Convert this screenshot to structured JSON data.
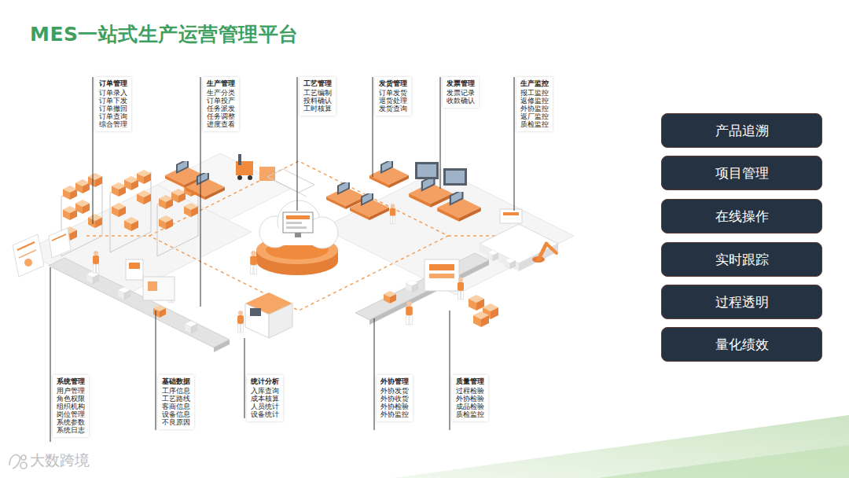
{
  "diagram": {
    "title": "MES一站式生产运营管理平台",
    "nodes": [
      {
        "text": [
          "订单管理",
          "订单录入 订单下发 订单撤回 订单查询 综合管理"
        ]
      },
      {
        "text": [
          "生产管理",
          "生产分类 订单投产 任务派发 任务调整 进度查看"
        ]
      },
      {
        "text": [
          "工艺管理",
          "工艺编制 投料确认 工时核算"
        ]
      },
      {
        "text": [
          "发货管理",
          "订单发货 退货处理 发货查询"
        ]
      },
      {
        "text": [
          "发票管理",
          "发票记录 收款确认"
        ]
      },
      {
        "text": [
          "生产监控",
          "报工监控 返修监控 外协监控 返厂监控 质检监控"
        ]
      },
      {
        "text": [
          "产品追溯"
        ]
      },
      {
        "text": [
          "项目管理"
        ]
      },
      {
        "text": [
          "在线操作"
        ]
      },
      {
        "text": [
          "实时跟踪"
        ]
      },
      {
        "text": [
          "过程透明"
        ]
      },
      {
        "text": [
          "量化绩效"
        ]
      },
      {
        "text": [
          "系统管理",
          "用户管理 角色权限 组织机构 岗位管理 系统参数 系统日志"
        ]
      },
      {
        "text": [
          "基础数据",
          "工序信息 工艺路线 客商信息 设备信息 不良原因"
        ]
      },
      {
        "text": [
          "统计分析",
          "入库查询 成本核算 人员统计 设备统计"
        ]
      },
      {
        "text": [
          "外协管理",
          "外协发货 外协收货 外协检验 外协监控"
        ]
      },
      {
        "text": [
          "质量管理",
          "过程检验 外协检验 成品检验 质检监控"
        ]
      }
    ],
    "labels": [
      "大数跨境"
    ]
  }
}
